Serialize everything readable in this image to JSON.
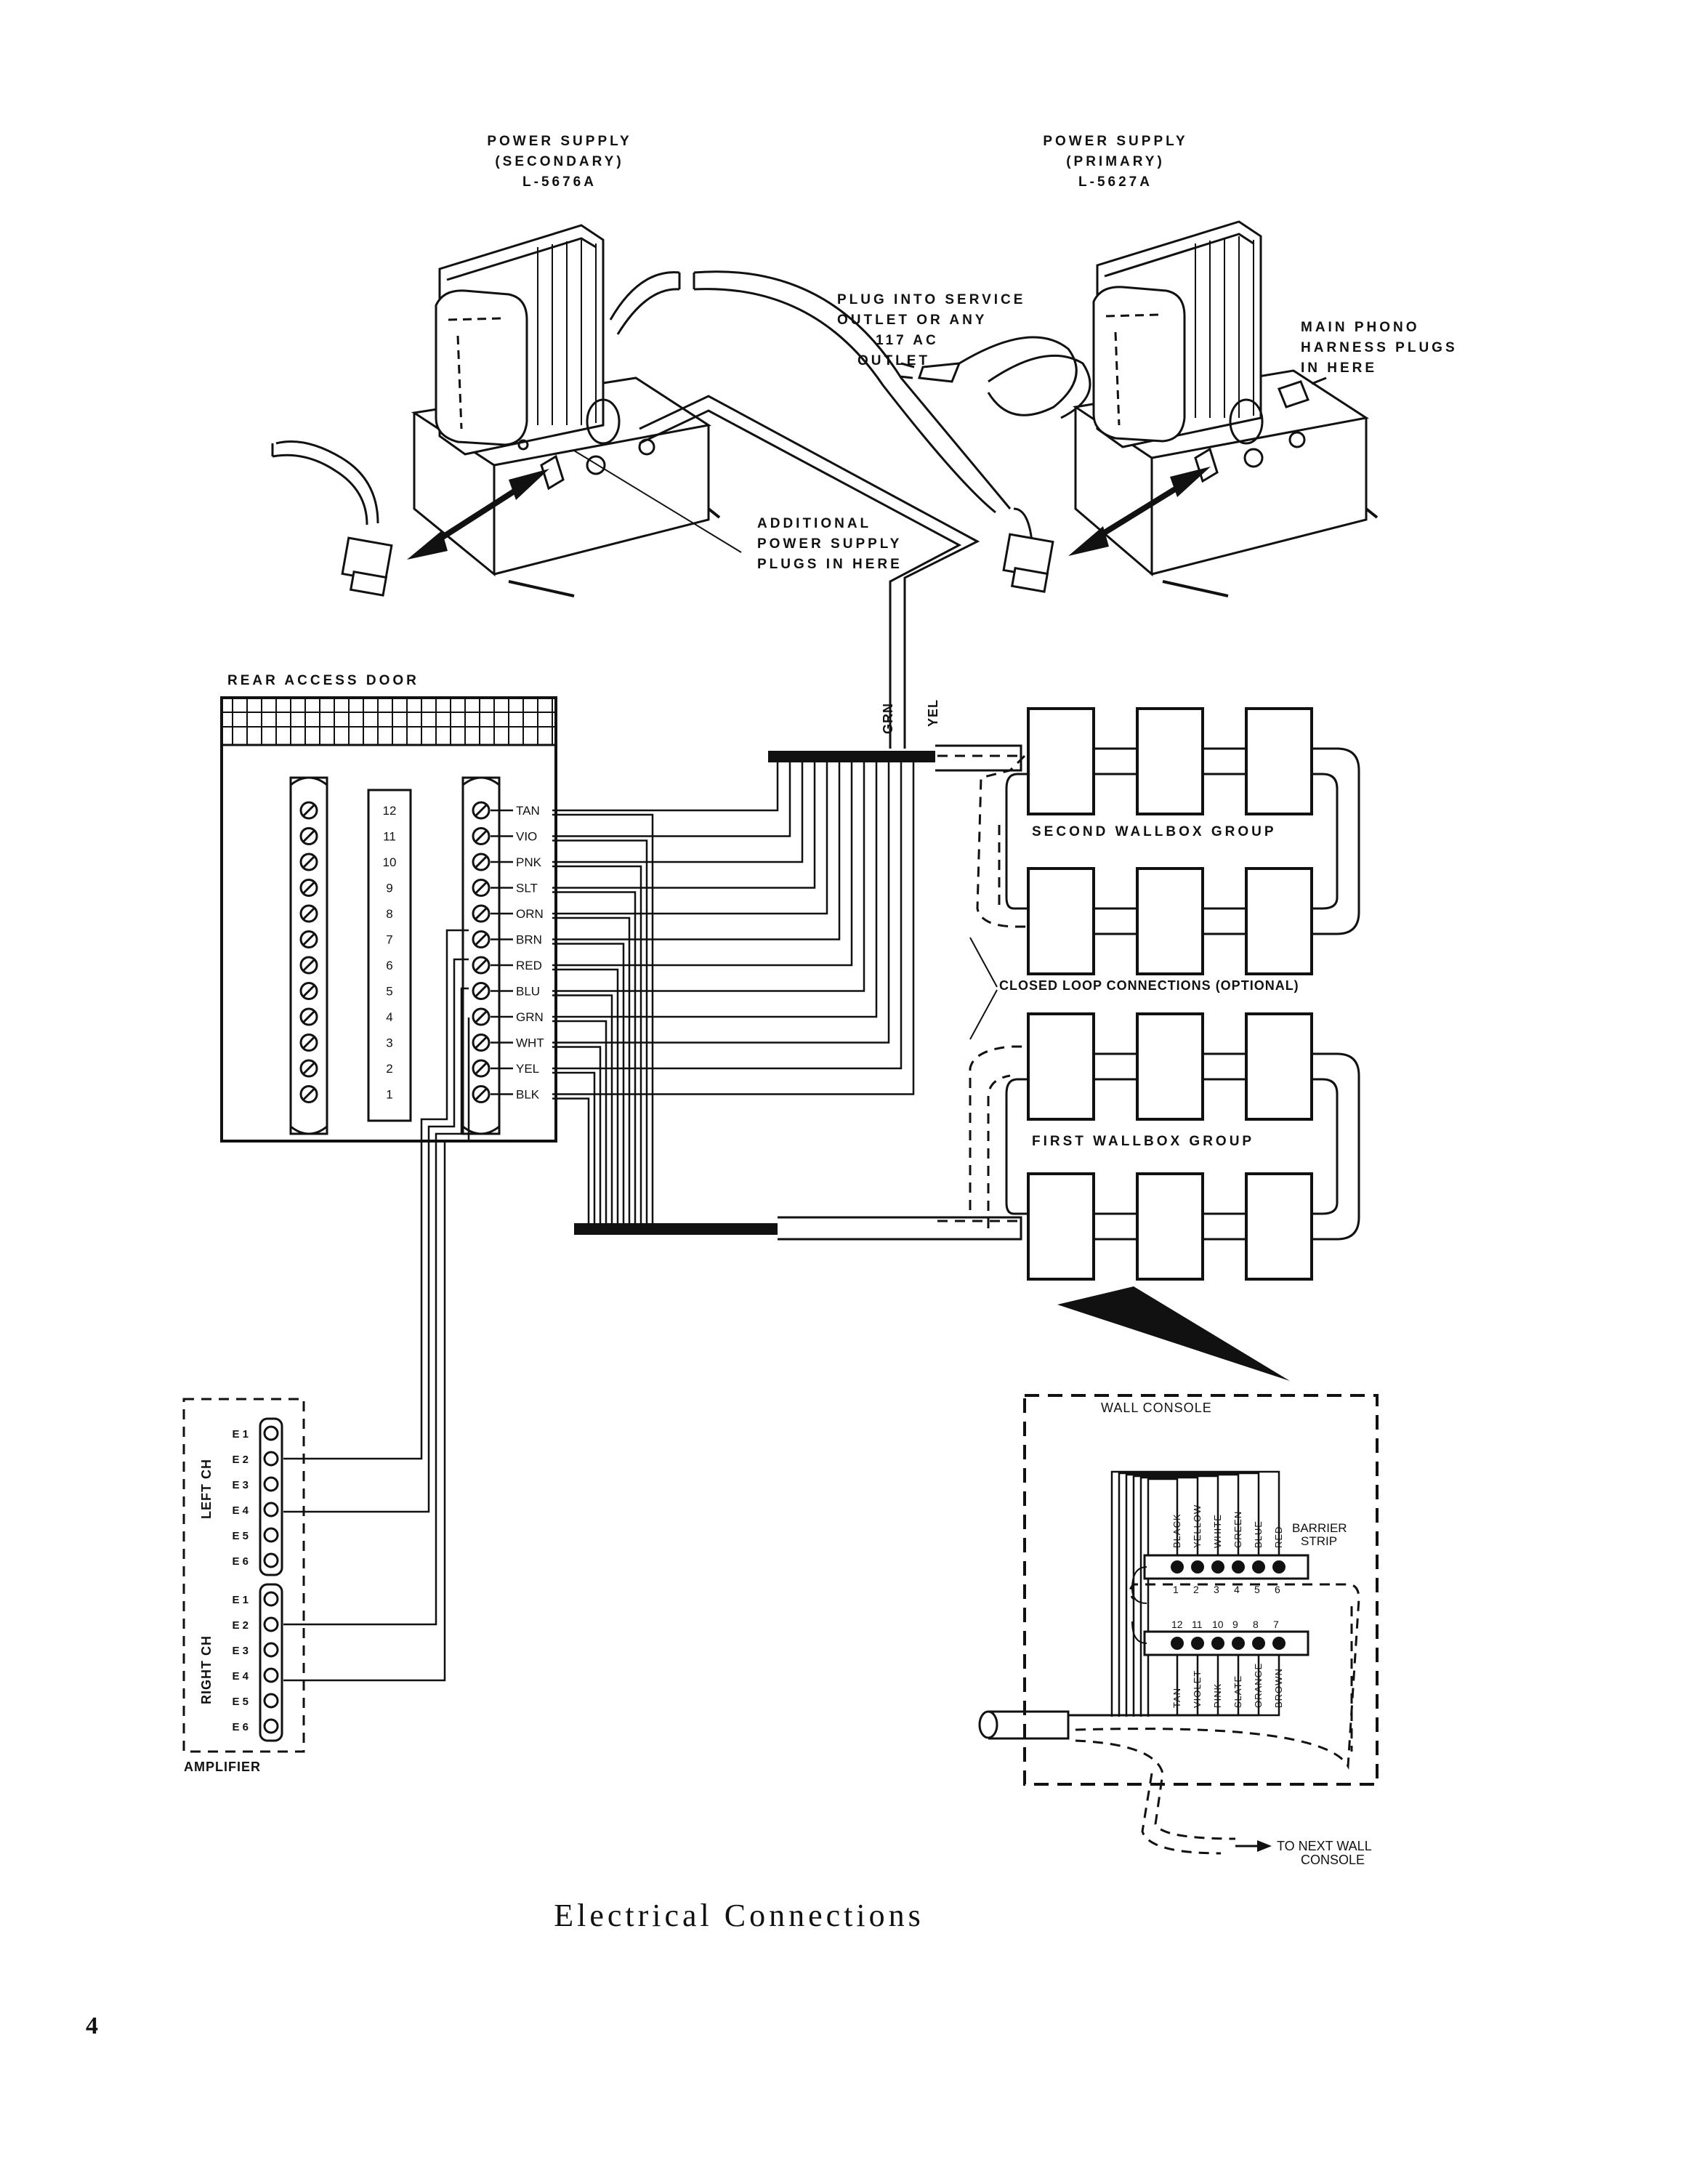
{
  "supply_secondary": {
    "line1": "POWER SUPPLY",
    "line2": "(SECONDARY)",
    "line3": "L-5676A"
  },
  "supply_primary": {
    "line1": "POWER SUPPLY",
    "line2": "(PRIMARY)",
    "line3": "L-5627A"
  },
  "plug_note": [
    "PLUG INTO SERVICE",
    "OUTLET OR ANY",
    "117 AC",
    "OUTLET"
  ],
  "harness_note": [
    "MAIN PHONO",
    "HARNESS PLUGS",
    "IN HERE"
  ],
  "additional_note": [
    "ADDITIONAL",
    "POWER SUPPLY",
    "PLUGS IN HERE"
  ],
  "wire_grn": "GRN",
  "wire_yel": "YEL",
  "rear_access_door": "REAR ACCESS DOOR",
  "terminal_numbers": [
    "12",
    "11",
    "10",
    "9",
    "8",
    "7",
    "6",
    "5",
    "4",
    "3",
    "2",
    "1"
  ],
  "wire_colors": [
    "TAN",
    "VIO",
    "PNK",
    "SLT",
    "ORN",
    "BRN",
    "RED",
    "BLU",
    "GRN",
    "WHT",
    "YEL",
    "BLK"
  ],
  "second_group": "SECOND WALLBOX GROUP",
  "first_group": "FIRST WALLBOX GROUP",
  "closed_loop": "CLOSED LOOP CONNECTIONS (OPTIONAL)",
  "amplifier": {
    "label": "AMPLIFIER",
    "left_ch": "LEFT CH",
    "right_ch": "RIGHT CH",
    "terminals": [
      "E 1",
      "E 2",
      "E 3",
      "E 4",
      "E 5",
      "E 6"
    ]
  },
  "wall_console": {
    "title": "WALL CONSOLE",
    "barrier_strip": [
      "BARRIER",
      "STRIP"
    ],
    "top_wires": [
      "BLACK",
      "YELLOW",
      "WHITE",
      "GREEN",
      "BLUE",
      "RED"
    ],
    "top_numbers": [
      "1",
      "2",
      "3",
      "4",
      "5",
      "6"
    ],
    "bottom_numbers": [
      "12",
      "11",
      "10",
      "9",
      "8",
      "7"
    ],
    "bottom_wires": [
      "TAN",
      "VIOLET",
      "PINK",
      "SLATE",
      "ORANGE",
      "BROWN"
    ],
    "next_console": [
      "TO NEXT WALL",
      "CONSOLE"
    ]
  },
  "caption": "Electrical Connections",
  "page_number": "4"
}
